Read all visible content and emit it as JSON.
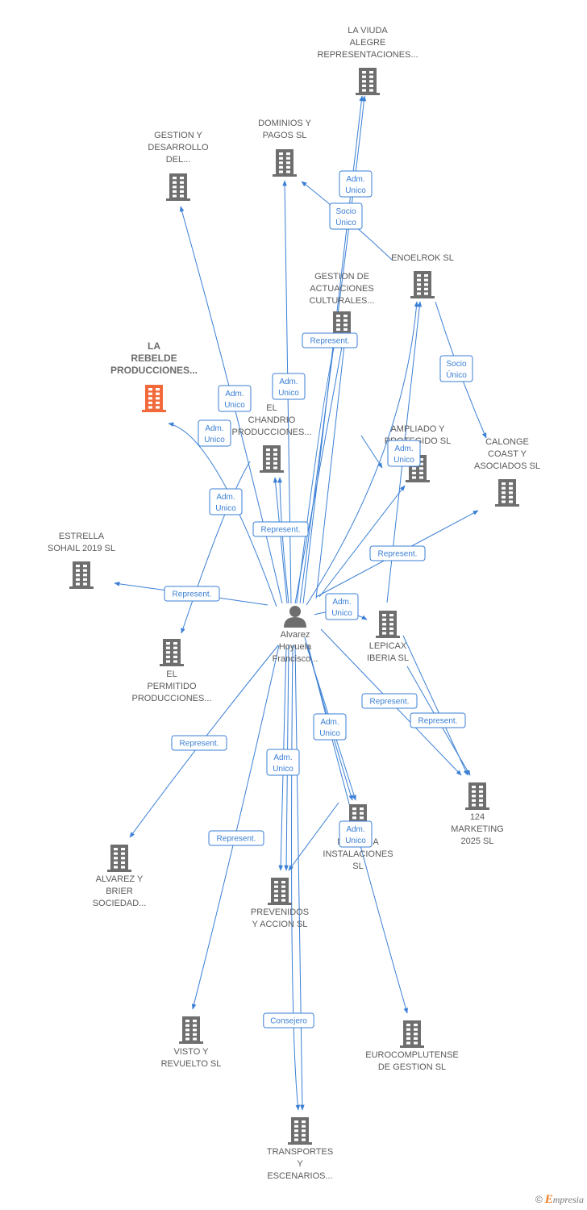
{
  "colors": {
    "edge": "#3a7fd5",
    "building": "#6e6e6e",
    "highlight": "#f26a3a"
  },
  "person": {
    "id": "p",
    "lines": [
      "Alvarez",
      "Hoyuela",
      "Francisco..."
    ],
    "icon": "person-icon"
  },
  "nodes": [
    {
      "id": "viuda",
      "lines": [
        "LA VIUDA",
        "ALEGRE",
        "REPRESENTACIONES..."
      ],
      "icon": "building-icon"
    },
    {
      "id": "gestion_des",
      "lines": [
        "GESTION Y",
        "DESARROLLO",
        "DEL..."
      ],
      "icon": "building-icon"
    },
    {
      "id": "dominios",
      "lines": [
        "DOMINIOS Y",
        "PAGOS  SL"
      ],
      "icon": "building-icon"
    },
    {
      "id": "enoelrok",
      "lines": [
        "ENOELROK  SL"
      ],
      "icon": "building-icon"
    },
    {
      "id": "gestion_act",
      "lines": [
        "GESTION DE",
        "ACTUACIONES",
        "CULTURALES..."
      ],
      "icon": "building-icon"
    },
    {
      "id": "rebelde",
      "lines": [
        "LA",
        "REBELDE",
        "PRODUCCIONES..."
      ],
      "icon": "building-icon",
      "highlight": true
    },
    {
      "id": "chandrio",
      "lines": [
        "EL",
        "CHANDRIO",
        "PRODUCCIONES..."
      ],
      "icon": "building-icon"
    },
    {
      "id": "ampliado",
      "lines": [
        "AMPLIADO Y",
        "PROTEGIDO  SL"
      ],
      "icon": "building-icon"
    },
    {
      "id": "calonge",
      "lines": [
        "CALONGE",
        "COAST Y",
        "ASOCIADOS  SL"
      ],
      "icon": "building-icon"
    },
    {
      "id": "estrella",
      "lines": [
        "ESTRELLA",
        "SOHAIL 2019  SL"
      ],
      "icon": "building-icon"
    },
    {
      "id": "lepicax",
      "lines": [
        "LEPICAX",
        "IBERIA  SL"
      ],
      "icon": "building-icon"
    },
    {
      "id": "permitido",
      "lines": [
        "EL",
        "PERMITIDO",
        "PRODUCCIONES..."
      ],
      "icon": "building-icon"
    },
    {
      "id": "marketing",
      "lines": [
        "124",
        "MARKETING",
        "2025  SL"
      ],
      "icon": "building-icon"
    },
    {
      "id": "musinga",
      "lines": [
        "MUSINGA",
        "INSTALACIONES",
        "SL"
      ],
      "icon": "building-icon"
    },
    {
      "id": "alvarez_brier",
      "lines": [
        "ALVAREZ Y",
        "BRIER",
        "SOCIEDAD..."
      ],
      "icon": "building-icon"
    },
    {
      "id": "prevenidos",
      "lines": [
        "PREVENIDOS",
        "Y ACCION  SL"
      ],
      "icon": "building-icon"
    },
    {
      "id": "visto",
      "lines": [
        "VISTO Y",
        "REVUELTO  SL"
      ],
      "icon": "building-icon"
    },
    {
      "id": "eurocomplutense",
      "lines": [
        "EUROCOMPLUTENSE",
        "DE GESTION  SL"
      ],
      "icon": "building-icon"
    },
    {
      "id": "transportes",
      "lines": [
        "TRANSPORTES",
        "Y",
        "ESCENARIOS..."
      ],
      "icon": "building-icon"
    }
  ],
  "edges": [
    {
      "from": "p",
      "to": "viuda",
      "label": [
        "Adm.",
        "Unico"
      ]
    },
    {
      "from": "enoelrok",
      "to": "dominios",
      "label": [
        "Socio",
        "Único"
      ]
    },
    {
      "from": "p",
      "to": "gestion_des",
      "label": [
        "Adm.",
        "Unico"
      ]
    },
    {
      "from": "p",
      "to": "dominios",
      "label": [
        "Adm.",
        "Unico"
      ]
    },
    {
      "from": "p",
      "to": "gestion_act",
      "label": [
        "Represent."
      ]
    },
    {
      "from": "enoelrok",
      "to": "calonge",
      "label": [
        "Socio",
        "Único"
      ]
    },
    {
      "from": "p",
      "to": "rebelde",
      "label": [
        "Adm.",
        "Unico"
      ]
    },
    {
      "from": "p",
      "to": "chandrio",
      "label": [
        "Represent."
      ]
    },
    {
      "from": "p",
      "to": "enoelrok",
      "label": [
        "Adm.",
        "Unico"
      ]
    },
    {
      "from": "p",
      "to": "ampliado",
      "label": [
        "Represent."
      ]
    },
    {
      "from": "p",
      "to": "estrella",
      "label": [
        "Adm.",
        "Unico"
      ]
    },
    {
      "from": "p",
      "to": "permitido",
      "label": [
        "Represent."
      ]
    },
    {
      "from": "p",
      "to": "calonge",
      "label": [
        "Adm.",
        "Unico"
      ]
    },
    {
      "from": "p",
      "to": "lepicax",
      "label": [
        "Represent."
      ]
    },
    {
      "from": "p",
      "to": "marketing",
      "label": [
        "Represent."
      ]
    },
    {
      "from": "lepicax",
      "to": "marketing",
      "label": [
        "Adm.",
        "Unico"
      ]
    },
    {
      "from": "p",
      "to": "musinga",
      "label": [
        "Represent."
      ]
    },
    {
      "from": "p",
      "to": "alvarez_brier",
      "label": [
        "Adm.",
        "Unico"
      ]
    },
    {
      "from": "p",
      "to": "prevenidos",
      "label": [
        "Represent."
      ]
    },
    {
      "from": "p",
      "to": "visto",
      "label": [
        "Adm.",
        "Unico"
      ]
    },
    {
      "from": "p",
      "to": "eurocomplutense",
      "label": [
        "Consejero"
      ]
    },
    {
      "from": "p",
      "to": "transportes",
      "label": [
        "Adm.",
        "Unico"
      ]
    }
  ],
  "footer": {
    "copyright": "©",
    "brand_initial": "E",
    "brand_rest": "mpresia"
  }
}
